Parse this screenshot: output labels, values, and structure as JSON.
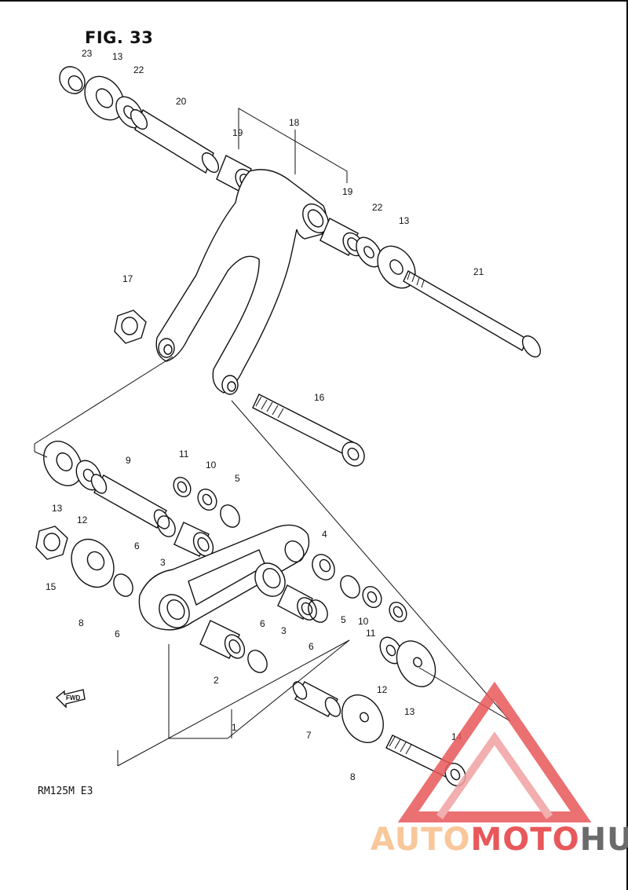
{
  "figure": {
    "title": "FIG. 33",
    "model_code": "RM125M  E3"
  },
  "parts": [
    {
      "ref": "1"
    },
    {
      "ref": "2"
    },
    {
      "ref": "3"
    },
    {
      "ref": "3"
    },
    {
      "ref": "4"
    },
    {
      "ref": "5"
    },
    {
      "ref": "5"
    },
    {
      "ref": "6"
    },
    {
      "ref": "6"
    },
    {
      "ref": "6"
    },
    {
      "ref": "6"
    },
    {
      "ref": "7"
    },
    {
      "ref": "8"
    },
    {
      "ref": "8"
    },
    {
      "ref": "9"
    },
    {
      "ref": "10"
    },
    {
      "ref": "10"
    },
    {
      "ref": "11"
    },
    {
      "ref": "11"
    },
    {
      "ref": "12"
    },
    {
      "ref": "12"
    },
    {
      "ref": "13"
    },
    {
      "ref": "13"
    },
    {
      "ref": "13"
    },
    {
      "ref": "13"
    },
    {
      "ref": "14"
    },
    {
      "ref": "15"
    },
    {
      "ref": "16"
    },
    {
      "ref": "17"
    },
    {
      "ref": "18"
    },
    {
      "ref": "19"
    },
    {
      "ref": "19"
    },
    {
      "ref": "20"
    },
    {
      "ref": "21"
    },
    {
      "ref": "22"
    },
    {
      "ref": "22"
    },
    {
      "ref": "23"
    }
  ],
  "fwd_label": "FWD",
  "watermark": {
    "part1": "AUTO",
    "part2": "MOTO",
    "part3": "HUB",
    "color_light": "#f8c79a",
    "color_red": "#e8585a",
    "color_gray": "#6b6b6b"
  }
}
